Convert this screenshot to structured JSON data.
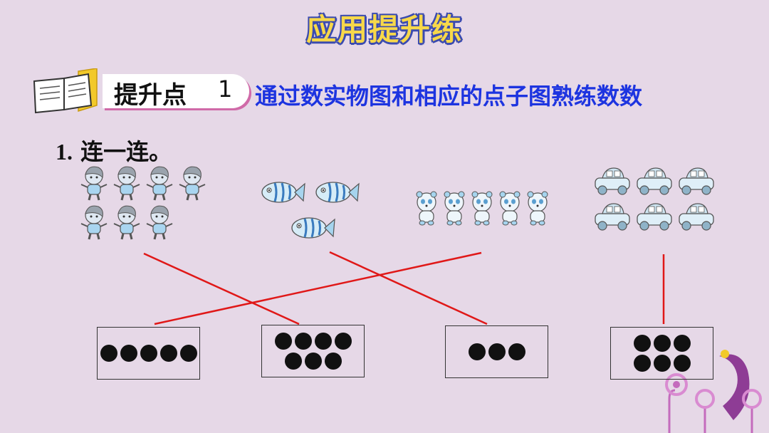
{
  "header": {
    "title": "应用提升练"
  },
  "section": {
    "label": "提升点",
    "number": "1",
    "description": "通过数实物图和相应的点子图熟练数数"
  },
  "exercise": {
    "number": "1.",
    "prompt": "连一连。"
  },
  "picture_groups": [
    {
      "object": "child",
      "count": 7
    },
    {
      "object": "fish",
      "count": 3
    },
    {
      "object": "panda",
      "count": 5
    },
    {
      "object": "car",
      "count": 6
    }
  ],
  "dot_boxes": [
    {
      "count": 5
    },
    {
      "count": 7
    },
    {
      "count": 3
    },
    {
      "count": 6
    }
  ],
  "answer_lines": [
    {
      "from_group": 1,
      "to_box": 2
    },
    {
      "from_group": 2,
      "to_box": 3
    },
    {
      "from_group": 3,
      "to_box": 1
    },
    {
      "from_group": 4,
      "to_box": 4
    }
  ],
  "colors": {
    "line": "#e01818",
    "title_fill": "#f7d84a",
    "title_outline": "#3b4bb0",
    "description": "#1d34e0",
    "background": "#e6d8e7"
  }
}
